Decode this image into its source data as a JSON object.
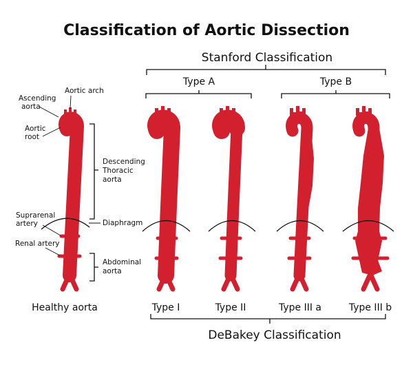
{
  "title": "Classification of Aortic Dissection",
  "stanford": {
    "heading": "Stanford Classification",
    "type_a": "Type A",
    "type_b": "Type B"
  },
  "debakey": {
    "heading": "DeBakey Classification",
    "types": [
      "Type I",
      "Type II",
      "Type III a",
      "Type III b"
    ]
  },
  "healthy_label": "Healthy aorta",
  "anatomy": {
    "aortic_arch": "Aortic arch",
    "ascending_1": "Ascending",
    "ascending_2": "aorta",
    "root_1": "Aortic",
    "root_2": "root",
    "descending_1": "Descending",
    "descending_2": "Thoracic",
    "descending_3": "aorta",
    "suprarenal_1": "Suprarenal",
    "suprarenal_2": "artery",
    "diaphragm": "Diaphragm",
    "renal": "Renal artery",
    "abdominal_1": "Abdominal",
    "abdominal_2": "aorta"
  },
  "colors": {
    "aorta": "#d3202e",
    "text": "#111111",
    "background": "#ffffff"
  }
}
